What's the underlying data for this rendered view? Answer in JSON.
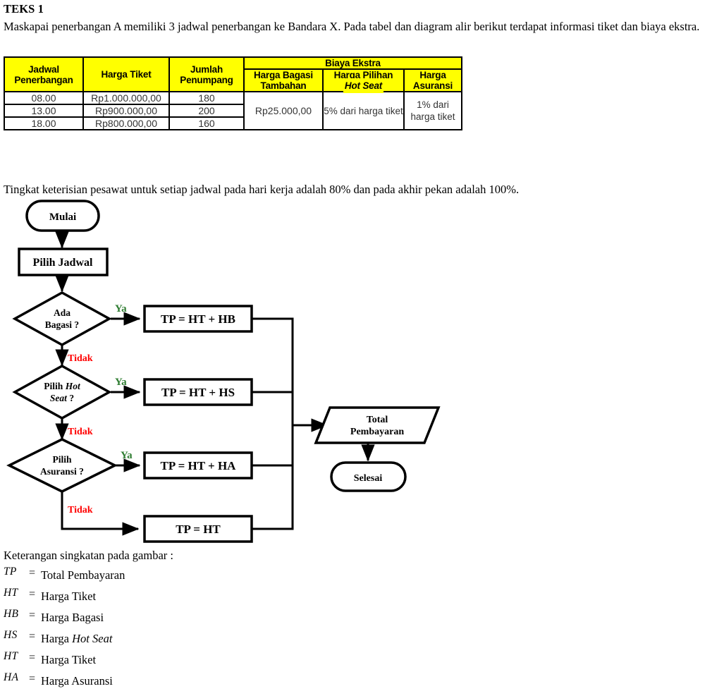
{
  "document": {
    "title": "TEKS 1",
    "intro": "Maskapai penerbangan A memiliki 3 jadwal penerbangan ke Bandara X. Pada tabel dan diagram alir berikut terdapat informasi tiket dan biaya ekstra.",
    "occupancy_note": "Tingkat keterisian pesawat untuk setiap jadwal pada hari kerja adalah 80% dan pada akhir pekan adalah 100%.",
    "legend_title": "Keterangan singkatan pada gambar :"
  },
  "table": {
    "group_header": "Biaya Ekstra",
    "headers": {
      "schedule": "Jadwal Penerbangan",
      "ticket_price": "Harga Tiket",
      "passengers": "Jumlah Penumpang",
      "extra_baggage": "Harga Bagasi Tambahan",
      "hot_seat_prefix": "Harga Pilihan",
      "hot_seat_italic": "Hot Seat",
      "insurance": "Harga Asuransi"
    },
    "rows": [
      {
        "schedule": "08.00",
        "ticket_price": "Rp1.000.000,00",
        "passengers": "180"
      },
      {
        "schedule": "13.00",
        "ticket_price": "Rp900.000,00",
        "passengers": "200"
      },
      {
        "schedule": "18.00",
        "ticket_price": "Rp800.000,00",
        "passengers": "160"
      }
    ],
    "extras": {
      "baggage_value": "Rp25.000,00",
      "hot_seat_value": "5% dari harga tiket",
      "insurance_value": "1% dari harga tiket"
    },
    "colors": {
      "header_bg": "#ffff00",
      "border": "#000000",
      "cell_text": "#333333"
    }
  },
  "flowchart": {
    "start": "Mulai",
    "step_select_schedule": "Pilih Jadwal",
    "decision_baggage_line1": "Ada",
    "decision_baggage_line2": "Bagasi ?",
    "decision_hotseat_line1_a": "Pilih ",
    "decision_hotseat_line1_b": "Hot",
    "decision_hotseat_line2_a": "Seat",
    "decision_hotseat_line2_b": " ?",
    "decision_insurance_line1": "Pilih",
    "decision_insurance_line2": "Asuransi ?",
    "process_baggage": "TP = HT + HB",
    "process_hotseat": "TP = HT + HS",
    "process_insurance": "TP = HT + HA",
    "process_base": "TP = HT",
    "output_line1": "Total",
    "output_line2": "Pembayaran",
    "end": "Selesai",
    "label_yes": "Ya",
    "label_no": "Tidak",
    "colors": {
      "yes": "#2f7d32",
      "no": "#ff0000",
      "stroke": "#000000",
      "fill": "#ffffff"
    }
  },
  "legend": {
    "items": [
      {
        "abbr": "TP",
        "eq": "=",
        "definition": "Total Pembayaran"
      },
      {
        "abbr": "HT",
        "eq": "=",
        "definition": "Harga Tiket"
      },
      {
        "abbr": "HB",
        "eq": "=",
        "definition": "Harga Bagasi"
      },
      {
        "abbr": "HS",
        "eq": "=",
        "definition": "Harga Hot Seat",
        "def_prefix": "Harga ",
        "def_italic": "Hot Seat"
      },
      {
        "abbr": "HT",
        "eq": "=",
        "definition": "Harga Tiket"
      },
      {
        "abbr": "HA",
        "eq": "=",
        "definition": "Harga Asuransi"
      }
    ]
  }
}
